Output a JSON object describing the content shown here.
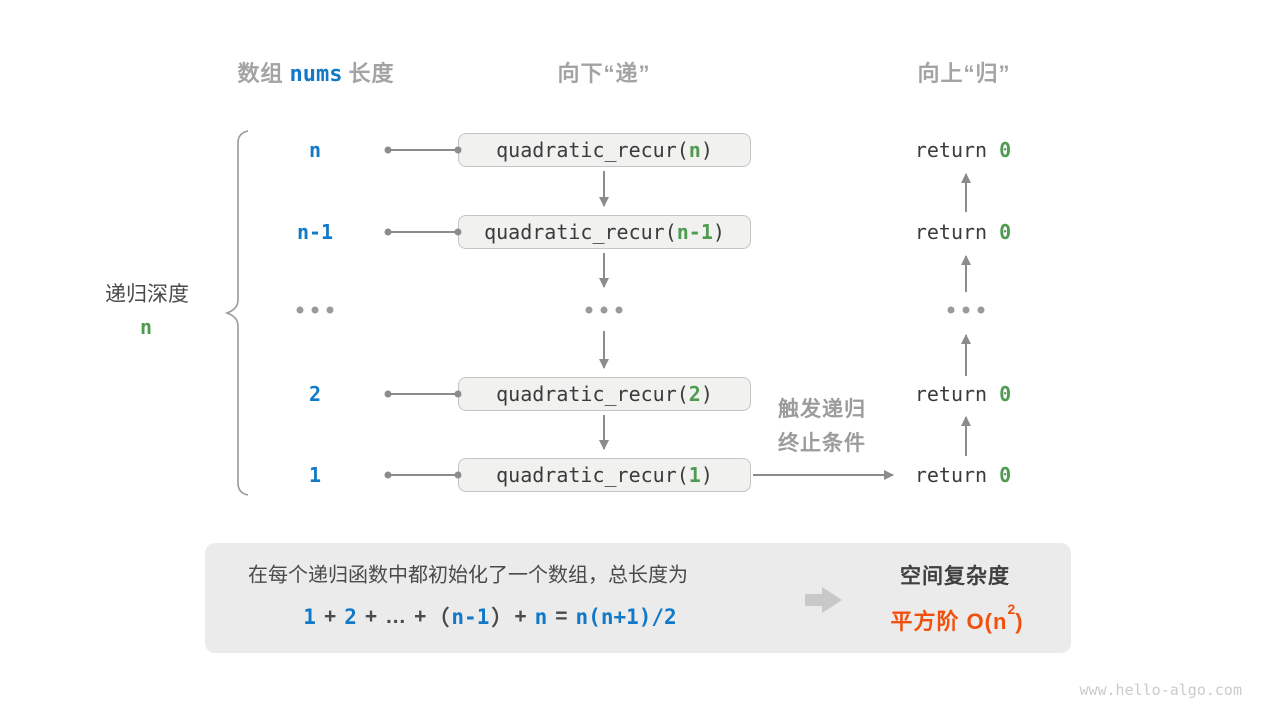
{
  "headers": {
    "array_col_prefix": "数组",
    "array_col_code": "nums",
    "array_col_suffix": "长度",
    "down_col": "向下“递”",
    "up_col": "向上“归”"
  },
  "depth_brace": {
    "label": "递归深度",
    "value": "n"
  },
  "code": {
    "fn_prefix": "quadratic_recur(",
    "fn_suffix": ")",
    "return_keyword": "return",
    "return_value": "0"
  },
  "rows": [
    {
      "depth": "n",
      "arg": "n"
    },
    {
      "depth": "n-1",
      "arg": "n-1"
    },
    {
      "depth": "2",
      "arg": "2"
    },
    {
      "depth": "1",
      "arg": "1"
    }
  ],
  "ellipsis": "...",
  "trigger": {
    "line1": "触发递归",
    "line2": "终止条件"
  },
  "summary": {
    "description": "在每个递归函数中都初始化了一个数组，总长度为",
    "formula_tokens": [
      {
        "text": "1",
        "style": "blue"
      },
      {
        "text": "+",
        "style": "dark"
      },
      {
        "text": "2",
        "style": "blue"
      },
      {
        "text": "+",
        "style": "dark"
      },
      {
        "text": "…",
        "style": "dark"
      },
      {
        "text": "+",
        "style": "dark"
      },
      {
        "text": "（",
        "style": "dark"
      },
      {
        "text": "n-1",
        "style": "blue"
      },
      {
        "text": "）",
        "style": "dark"
      },
      {
        "text": "+",
        "style": "dark"
      },
      {
        "text": "n",
        "style": "blue"
      },
      {
        "text": "=",
        "style": "dark"
      },
      {
        "text": "n(n+1)/2",
        "style": "blue"
      }
    ],
    "result_title": "空间复杂度",
    "result_value_prefix": "平方阶 O(n",
    "result_value_sup": "2",
    "result_value_suffix": ")"
  },
  "watermark": "www.hello-algo.com",
  "colors": {
    "blue": "#1179C7",
    "green": "#4E9B51",
    "orange": "#F0500E",
    "code_dark": "#3B3B3B",
    "header_gray": "#A3A3A3",
    "arrow_gray": "#8C8C8C",
    "box_fill": "#F1F1F0",
    "box_border": "#C4C4C4",
    "summary_fill": "#EBEBEB",
    "block_arrow": "#C8C8C8",
    "watermark_gray": "#CBCBCB"
  }
}
